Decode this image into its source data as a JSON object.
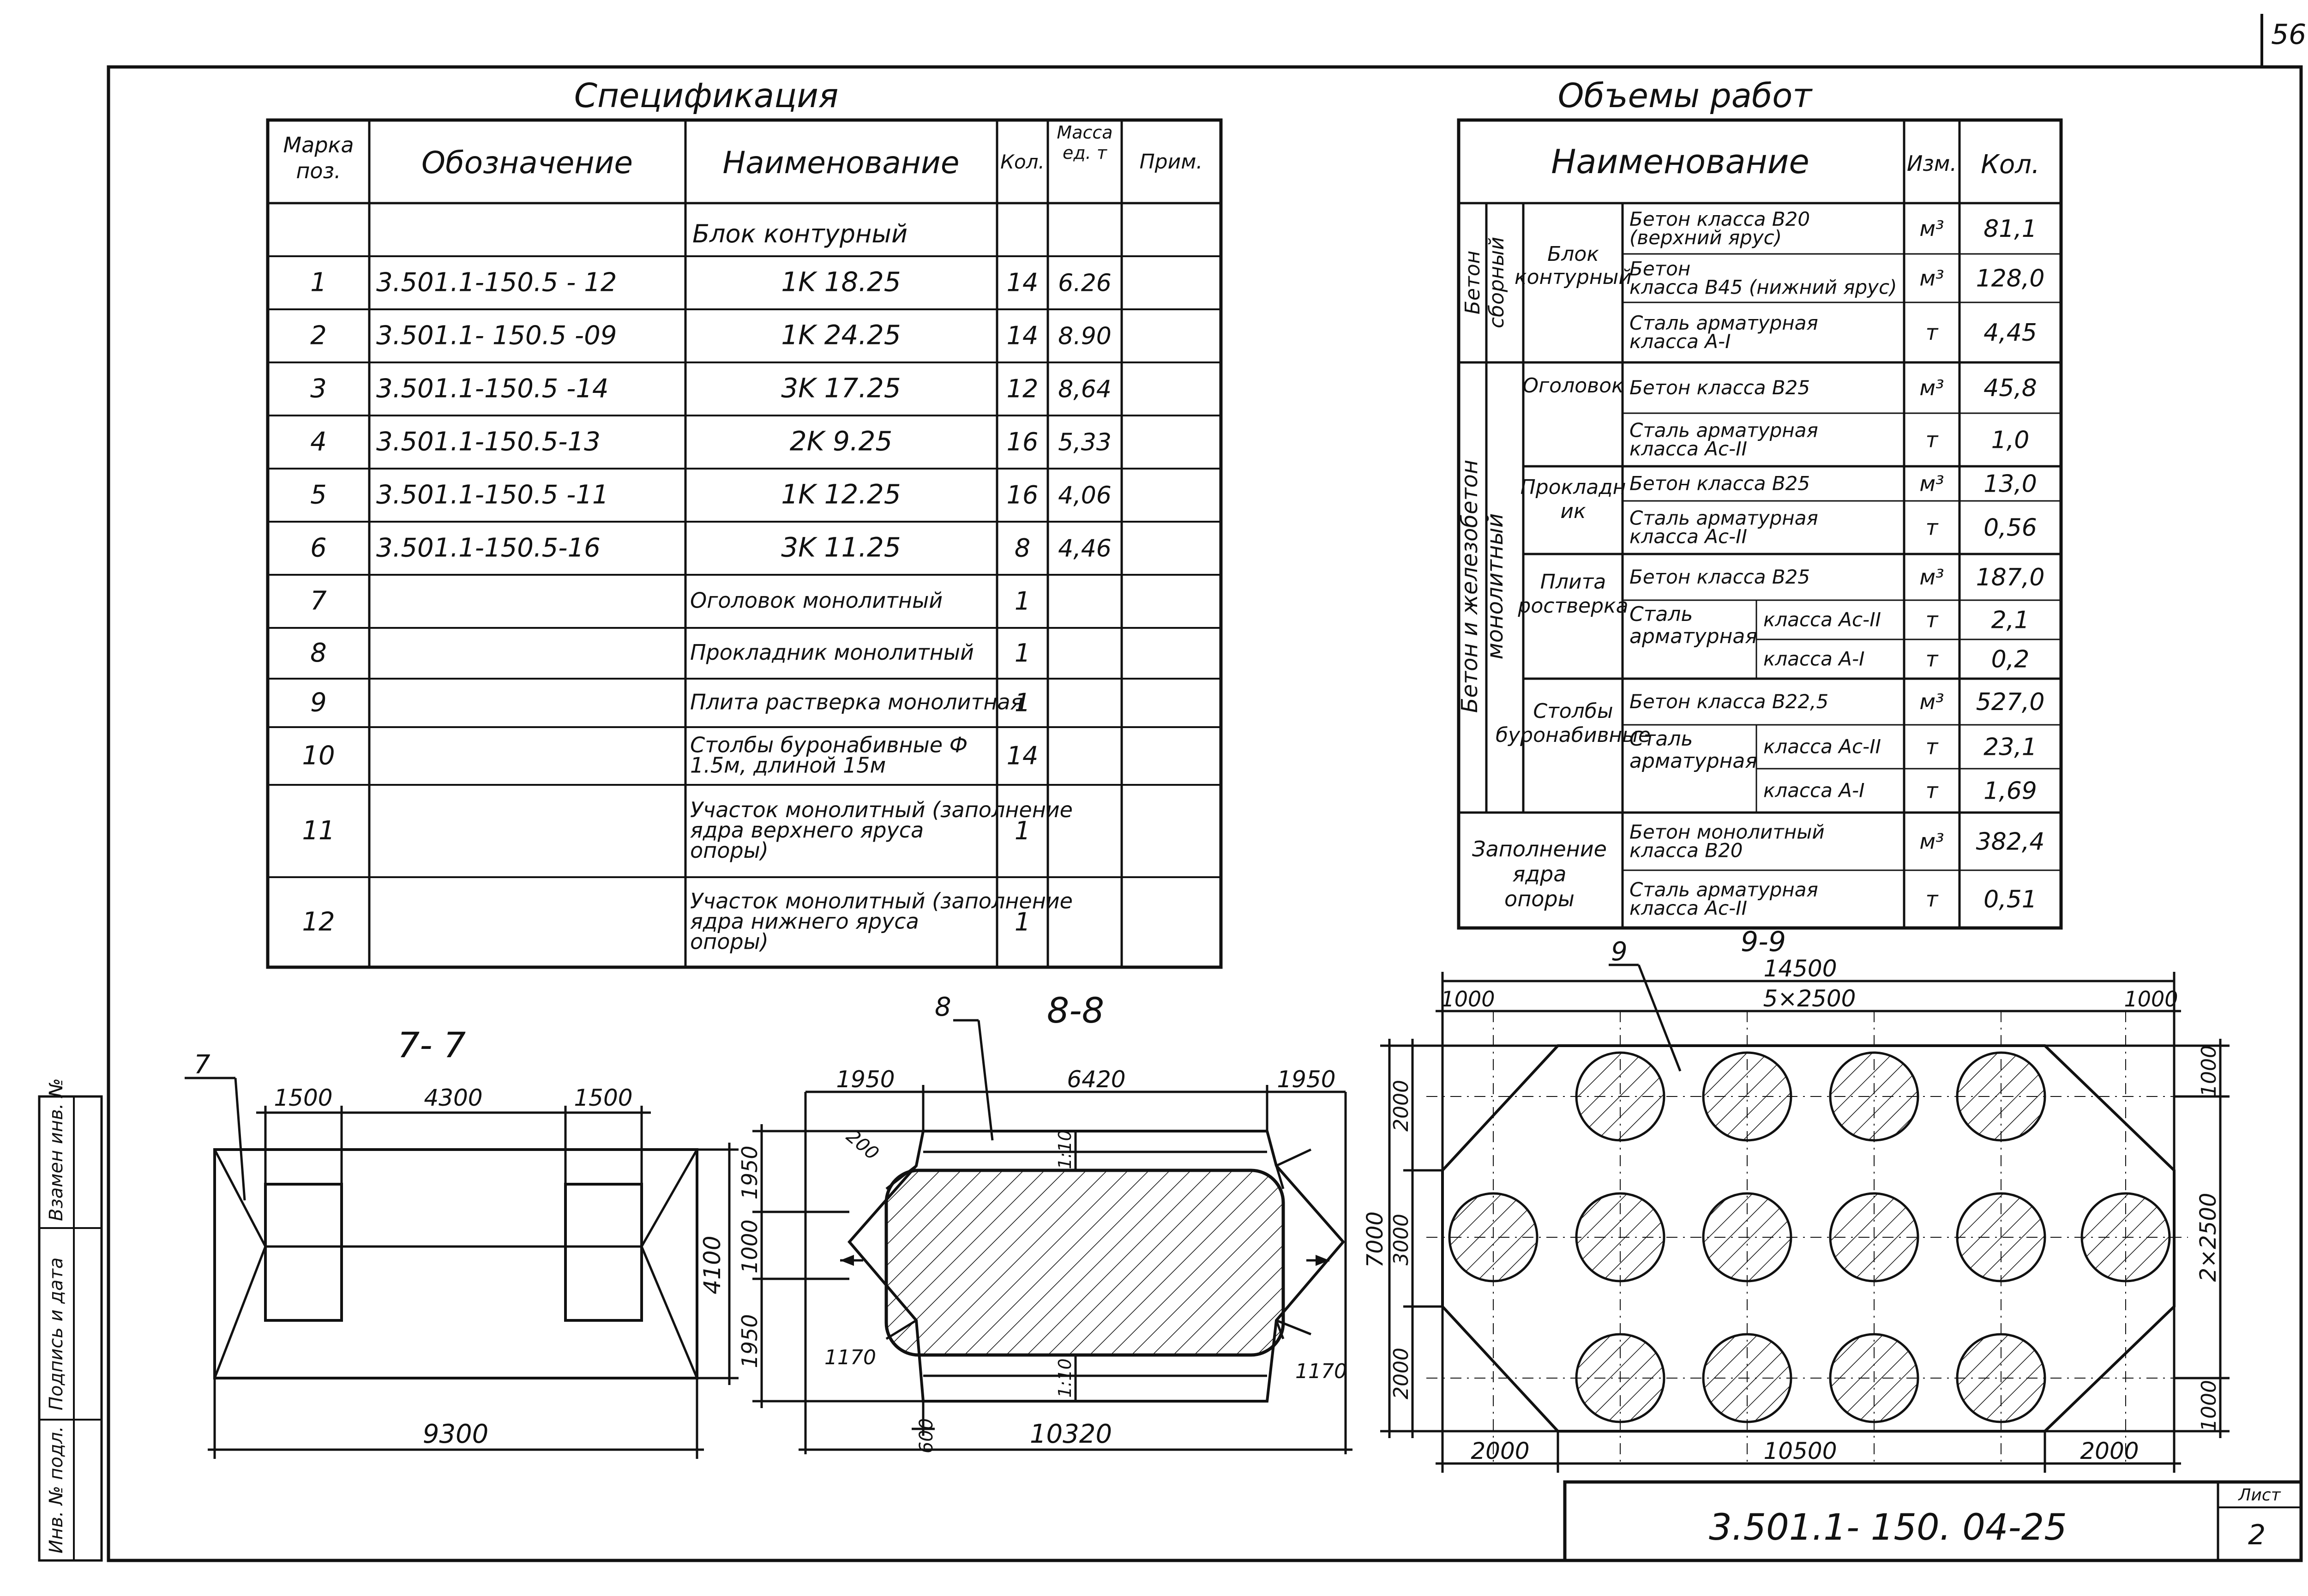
{
  "sheet_corner": "56",
  "spec": {
    "title": "Спецификация",
    "headers": {
      "mark": "Марка поз.",
      "designation": "Обозначение",
      "name": "Наименование",
      "qty": "Кол.",
      "mass": "Масса ед. т",
      "note": "Прим."
    },
    "group": "Блок  контурный",
    "rows": [
      {
        "mark": "1",
        "designation": "3.501.1-150.5 - 12",
        "name": "1K 18.25",
        "qty": "14",
        "mass": "6.26"
      },
      {
        "mark": "2",
        "designation": "3.501.1- 150.5 -09",
        "name": "1K 24.25",
        "qty": "14",
        "mass": "8.90"
      },
      {
        "mark": "3",
        "designation": "3.501.1-150.5 -14",
        "name": "3K 17.25",
        "qty": "12",
        "mass": "8,64"
      },
      {
        "mark": "4",
        "designation": "3.501.1-150.5-13",
        "name": "2K 9.25",
        "qty": "16",
        "mass": "5,33"
      },
      {
        "mark": "5",
        "designation": "3.501.1-150.5 -11",
        "name": "1K 12.25",
        "qty": "16",
        "mass": "4,06"
      },
      {
        "mark": "6",
        "designation": "3.501.1-150.5-16",
        "name": "3K 11.25",
        "qty": "8",
        "mass": "4,46"
      },
      {
        "mark": "7",
        "designation": "",
        "name": "Оголовок монолитный",
        "qty": "1",
        "mass": ""
      },
      {
        "mark": "8",
        "designation": "",
        "name": "Прокладник монолитный",
        "qty": "1",
        "mass": ""
      },
      {
        "mark": "9",
        "designation": "",
        "name": "Плита растверка монолитная",
        "qty": "1",
        "mass": ""
      },
      {
        "mark": "10",
        "designation": "",
        "name": "Столбы буронабивные Ф 1.5м, длиной 15м",
        "qty": "14",
        "mass": ""
      },
      {
        "mark": "11",
        "designation": "",
        "name": "Участок монолитный (заполнение ядра верхнего яруса опоры)",
        "qty": "1",
        "mass": ""
      },
      {
        "mark": "12",
        "designation": "",
        "name": "Участок монолитный (заполнение ядра нижнего яруса опоры)",
        "qty": "1",
        "mass": ""
      }
    ]
  },
  "volumes": {
    "title": "Объемы работ",
    "headers": {
      "name": "Наименование",
      "unit": "Изм.",
      "qty": "Кол."
    },
    "cat_precast": "Бетон сборный",
    "cat_monolithic": "Бетон и железобетон монолитный",
    "groups": {
      "contour_block": "Блок контурный",
      "head": "Оголовок",
      "spacer": "Прокладник",
      "slab": "Плита ростверка",
      "piles": "Столбы буронабивные",
      "core": "Заполнение ядра опоры"
    },
    "steel_reinf": "Сталь арматурная",
    "rows": [
      {
        "item": "Бетон класса В20 (верхний ярус)",
        "unit": "м³",
        "qty": "81,1"
      },
      {
        "item": "Бетон класса В45 (нижний ярус)",
        "unit": "м³",
        "qty": "128,0"
      },
      {
        "item": "Сталь арматурная класса А-I",
        "unit": "т",
        "qty": "4,45"
      },
      {
        "item": "Бетон класса В25",
        "unit": "м³",
        "qty": "45,8"
      },
      {
        "item": "Сталь арматурная класса Ас-II",
        "unit": "т",
        "qty": "1,0"
      },
      {
        "item": "Бетон класса В25",
        "unit": "м³",
        "qty": "13,0"
      },
      {
        "item": "Сталь арматурная класса Ас-II",
        "unit": "т",
        "qty": "0,56"
      },
      {
        "item": "Бетон класса В25",
        "unit": "м³",
        "qty": "187,0"
      },
      {
        "item": "класса Ас-II",
        "unit": "т",
        "qty": "2,1"
      },
      {
        "item": "класса А-I",
        "unit": "т",
        "qty": "0,2"
      },
      {
        "item": "Бетон класса В22,5",
        "unit": "м³",
        "qty": "527,0"
      },
      {
        "item": "класса Ас-II",
        "unit": "т",
        "qty": "23,1"
      },
      {
        "item": "класса А-I",
        "unit": "т",
        "qty": "1,69"
      },
      {
        "item": "Бетон монолитный класса В20",
        "unit": "м³",
        "qty": "382,4"
      },
      {
        "item": "Сталь арматурная класса Ас-II",
        "unit": "т",
        "qty": "0,51"
      }
    ]
  },
  "section_7": {
    "title": "7- 7",
    "leader": "7",
    "dims": {
      "left": "1500",
      "middle": "4300",
      "right": "1500",
      "height": "4100",
      "width": "9300"
    }
  },
  "section_8": {
    "title": "8-8",
    "leader": "8",
    "dims": {
      "left": "1950",
      "middle": "6420",
      "right": "1950",
      "v_top": "1950",
      "v_mid": "1000",
      "v_bot": "1950",
      "total": "10320",
      "chamfer": "200",
      "offset_l": "1170",
      "offset_r": "1170",
      "bottom": "600",
      "slope_top": "1:10",
      "slope_bottom": "1:10"
    }
  },
  "section_9": {
    "title": "9-9",
    "leader": "9",
    "dims": {
      "total": "14500",
      "top_left": "1000",
      "top_mid": "5×2500",
      "top_right": "1000",
      "bottom_left": "2000",
      "bottom_mid": "10500",
      "bottom_right": "2000",
      "left_top": "2000",
      "left_mid": "3000",
      "left_bot": "2000",
      "left_total": "7000",
      "right_top": "1000",
      "right_mid": "2×2500",
      "right_bot": "1000"
    }
  },
  "side_stamp": [
    "Инв. № подл.",
    "Подпись и дата",
    "Взамен инв. №"
  ],
  "title_block": {
    "code": "3.501.1- 150. 04-25",
    "sheet_label": "Лист",
    "sheet": "2"
  }
}
